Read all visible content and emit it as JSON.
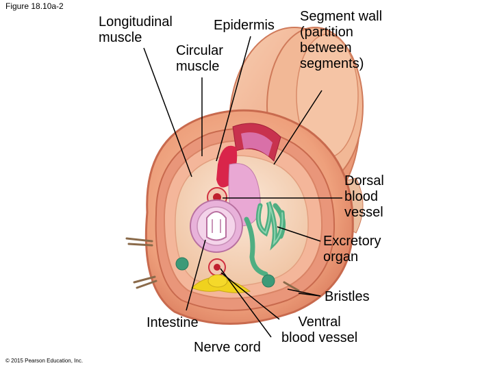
{
  "figure_id": "Figure 18.10a-2",
  "copyright": "© 2015 Pearson Education, Inc.",
  "labels": {
    "longitudinal_muscle": "Longitudinal\nmuscle",
    "epidermis": "Epidermis",
    "circular_muscle": "Circular\nmuscle",
    "segment_wall": "Segment wall\n(partition\nbetween\nsegments)",
    "dorsal_blood_vessel": "Dorsal\nblood\nvessel",
    "excretory_organ": "Excretory\norgan",
    "bristles": "Bristles",
    "intestine": "Intestine",
    "ventral_blood_vessel": "Ventral\nblood vessel",
    "nerve_cord": "Nerve cord"
  }
}
